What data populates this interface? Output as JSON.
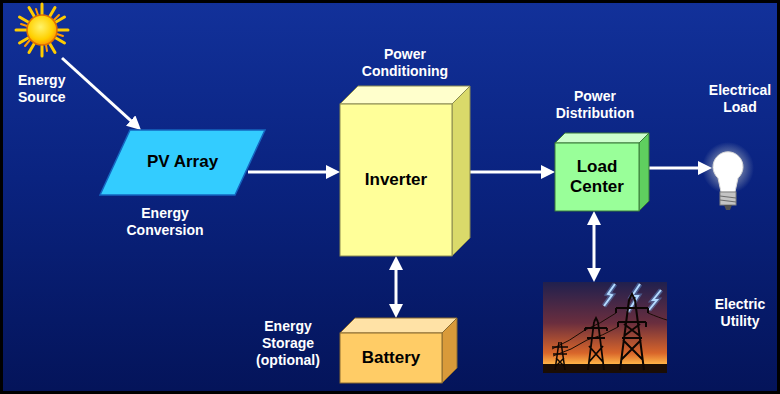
{
  "diagram": {
    "nodes": [
      {
        "text": [
          "Energy Source"
        ]
      },
      {
        "text": [
          "PV Array"
        ]
      },
      {
        "text": [
          "Inverter"
        ]
      },
      {
        "text": [
          "Battery"
        ]
      },
      {
        "text": [
          "Load Center"
        ]
      },
      {
        "text": [
          "Electrical Load"
        ]
      },
      {
        "text": [
          "Electric Utility"
        ]
      }
    ],
    "edges": [
      {
        "from": 0,
        "to": 1,
        "arrow": "to"
      },
      {
        "from": 1,
        "to": 2,
        "arrow": "to"
      },
      {
        "from": 2,
        "to": 3,
        "arrow": "both"
      },
      {
        "from": 2,
        "to": 4,
        "arrow": "to"
      },
      {
        "from": 4,
        "to": 5,
        "arrow": "to"
      },
      {
        "from": 4,
        "to": 6,
        "arrow": "both"
      }
    ],
    "labels": [
      "Energy Conversion",
      "Power Conditioning",
      "Energy Storage (optional)",
      "Power Distribution"
    ]
  }
}
